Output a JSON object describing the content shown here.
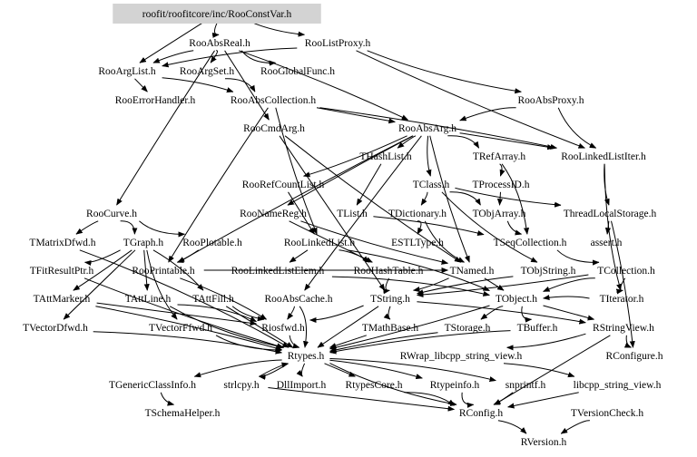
{
  "graph": {
    "root": "roofit/roofitcore/inc/RooConstVar.h",
    "colors": {
      "root_fill": "#d3d3d3",
      "text": "#000000",
      "edge": "#000000",
      "background": "#ffffff"
    },
    "nodes": [
      {
        "id": "RooConstVar",
        "label": "roofit/roofitcore/inc/RooConstVar.h",
        "root": true
      },
      {
        "id": "RooAbsReal",
        "label": "RooAbsReal.h"
      },
      {
        "id": "RooListProxy",
        "label": "RooListProxy.h"
      },
      {
        "id": "RooArgList",
        "label": "RooArgList.h"
      },
      {
        "id": "RooArgSet",
        "label": "RooArgSet.h"
      },
      {
        "id": "RooGlobalFunc",
        "label": "RooGlobalFunc.h"
      },
      {
        "id": "RooErrorHandler",
        "label": "RooErrorHandler.h"
      },
      {
        "id": "RooAbsCollection",
        "label": "RooAbsCollection.h"
      },
      {
        "id": "RooAbsProxy",
        "label": "RooAbsProxy.h"
      },
      {
        "id": "RooCmdArg",
        "label": "RooCmdArg.h"
      },
      {
        "id": "RooAbsArg",
        "label": "RooAbsArg.h"
      },
      {
        "id": "THashList",
        "label": "THashList.h"
      },
      {
        "id": "TRefArray",
        "label": "TRefArray.h"
      },
      {
        "id": "RooLinkedListIter",
        "label": "RooLinkedListIter.h"
      },
      {
        "id": "RooRefCountList",
        "label": "RooRefCountList.h"
      },
      {
        "id": "TClass",
        "label": "TClass.h"
      },
      {
        "id": "TProcessID",
        "label": "TProcessID.h"
      },
      {
        "id": "RooCurve",
        "label": "RooCurve.h"
      },
      {
        "id": "RooNameReg",
        "label": "RooNameReg.h"
      },
      {
        "id": "TList",
        "label": "TList.h"
      },
      {
        "id": "TDictionary",
        "label": "TDictionary.h"
      },
      {
        "id": "TObjArray",
        "label": "TObjArray.h"
      },
      {
        "id": "ThreadLocalStorage",
        "label": "ThreadLocalStorage.h"
      },
      {
        "id": "TMatrixDfwd",
        "label": "TMatrixDfwd.h"
      },
      {
        "id": "TGraph",
        "label": "TGraph.h"
      },
      {
        "id": "RooPlotable",
        "label": "RooPlotable.h"
      },
      {
        "id": "RooLinkedList",
        "label": "RooLinkedList.h"
      },
      {
        "id": "ESTLType",
        "label": "ESTLType.h"
      },
      {
        "id": "TSeqCollection",
        "label": "TSeqCollection.h"
      },
      {
        "id": "assert",
        "label": "assert.h"
      },
      {
        "id": "TFitResultPtr",
        "label": "TFitResultPtr.h"
      },
      {
        "id": "RooPrintable",
        "label": "RooPrintable.h"
      },
      {
        "id": "RooLinkedListElem",
        "label": "RooLinkedListElem.h"
      },
      {
        "id": "RooHashTable",
        "label": "RooHashTable.h"
      },
      {
        "id": "TNamed",
        "label": "TNamed.h"
      },
      {
        "id": "TObjString",
        "label": "TObjString.h"
      },
      {
        "id": "TCollection",
        "label": "TCollection.h"
      },
      {
        "id": "TAttMarker",
        "label": "TAttMarker.h"
      },
      {
        "id": "TAttLine",
        "label": "TAttLine.h"
      },
      {
        "id": "TAttFill",
        "label": "TAttFill.h"
      },
      {
        "id": "RooAbsCache",
        "label": "RooAbsCache.h"
      },
      {
        "id": "TString",
        "label": "TString.h"
      },
      {
        "id": "TObject",
        "label": "TObject.h"
      },
      {
        "id": "TIterator",
        "label": "TIterator.h"
      },
      {
        "id": "TVectorDfwd",
        "label": "TVectorDfwd.h"
      },
      {
        "id": "TVectorFfwd",
        "label": "TVectorFfwd.h"
      },
      {
        "id": "Riosfwd",
        "label": "Riosfwd.h"
      },
      {
        "id": "TMathBase",
        "label": "TMathBase.h"
      },
      {
        "id": "TStorage",
        "label": "TStorage.h"
      },
      {
        "id": "TBuffer",
        "label": "TBuffer.h"
      },
      {
        "id": "RStringView",
        "label": "RStringView.h"
      },
      {
        "id": "Rtypes",
        "label": "Rtypes.h"
      },
      {
        "id": "RWrap_libcpp_string_view",
        "label": "RWrap_libcpp_string_view.h"
      },
      {
        "id": "RConfigure",
        "label": "RConfigure.h"
      },
      {
        "id": "TGenericClassInfo",
        "label": "TGenericClassInfo.h"
      },
      {
        "id": "strlcpy",
        "label": "strlcpy.h"
      },
      {
        "id": "DllImport",
        "label": "DllImport.h"
      },
      {
        "id": "RtypesCore",
        "label": "RtypesCore.h"
      },
      {
        "id": "Rtypeinfo",
        "label": "Rtypeinfo.h"
      },
      {
        "id": "snprintf",
        "label": "snprintf.h"
      },
      {
        "id": "libcpp_string_view",
        "label": "libcpp_string_view.h"
      },
      {
        "id": "TSchemaHelper",
        "label": "TSchemaHelper.h"
      },
      {
        "id": "RConfig",
        "label": "RConfig.h"
      },
      {
        "id": "TVersionCheck",
        "label": "TVersionCheck.h"
      },
      {
        "id": "RVersion",
        "label": "RVersion.h"
      }
    ],
    "edges": [
      [
        "RooConstVar",
        "RooAbsReal"
      ],
      [
        "RooConstVar",
        "RooListProxy"
      ],
      [
        "RooConstVar",
        "RooArgList"
      ],
      [
        "RooAbsReal",
        "RooArgList"
      ],
      [
        "RooAbsReal",
        "RooArgSet"
      ],
      [
        "RooAbsReal",
        "RooGlobalFunc"
      ],
      [
        "RooAbsReal",
        "RooCurve"
      ],
      [
        "RooAbsReal",
        "RooCmdArg"
      ],
      [
        "RooAbsReal",
        "RooAbsArg"
      ],
      [
        "RooListProxy",
        "RooArgList"
      ],
      [
        "RooListProxy",
        "RooAbsProxy"
      ],
      [
        "RooListProxy",
        "RooLinkedListIter"
      ],
      [
        "RooArgList",
        "RooErrorHandler"
      ],
      [
        "RooArgList",
        "RooAbsCollection"
      ],
      [
        "RooArgSet",
        "RooAbsCollection"
      ],
      [
        "RooAbsCollection",
        "RooPrintable"
      ],
      [
        "RooAbsCollection",
        "RooLinkedList"
      ],
      [
        "RooAbsCollection",
        "RooAbsArg"
      ],
      [
        "RooAbsCollection",
        "RooLinkedListIter"
      ],
      [
        "RooAbsProxy",
        "RooAbsArg"
      ],
      [
        "RooAbsProxy",
        "RooLinkedListIter"
      ],
      [
        "RooCmdArg",
        "TNamed"
      ],
      [
        "RooCmdArg",
        "TString"
      ],
      [
        "RooAbsArg",
        "THashList"
      ],
      [
        "RooAbsArg",
        "TRefArray"
      ],
      [
        "RooAbsArg",
        "RooRefCountList"
      ],
      [
        "RooAbsArg",
        "TClass"
      ],
      [
        "RooAbsArg",
        "RooLinkedListIter"
      ],
      [
        "RooAbsArg",
        "RooNameReg"
      ],
      [
        "RooAbsArg",
        "RooPrintable"
      ],
      [
        "RooAbsArg",
        "RooAbsCache"
      ],
      [
        "RooAbsArg",
        "TNamed"
      ],
      [
        "THashList",
        "TList"
      ],
      [
        "TRefArray",
        "TProcessID"
      ],
      [
        "TRefArray",
        "TSeqCollection"
      ],
      [
        "RooLinkedListIter",
        "TIterator"
      ],
      [
        "RooLinkedListIter",
        "ThreadLocalStorage"
      ],
      [
        "RooRefCountList",
        "RooLinkedList"
      ],
      [
        "TClass",
        "TDictionary"
      ],
      [
        "TClass",
        "TObjArray"
      ],
      [
        "TClass",
        "TObjString"
      ],
      [
        "TClass",
        "ThreadLocalStorage"
      ],
      [
        "TProcessID",
        "TObjArray"
      ],
      [
        "RooCurve",
        "TMatrixDfwd"
      ],
      [
        "RooCurve",
        "TGraph"
      ],
      [
        "RooCurve",
        "RooPlotable"
      ],
      [
        "RooNameReg",
        "TNamed"
      ],
      [
        "RooNameReg",
        "RooHashTable"
      ],
      [
        "TList",
        "TSeqCollection"
      ],
      [
        "TDictionary",
        "ESTLType"
      ],
      [
        "TDictionary",
        "TNamed"
      ],
      [
        "TObjArray",
        "TSeqCollection"
      ],
      [
        "ThreadLocalStorage",
        "assert"
      ],
      [
        "ThreadLocalStorage",
        "RConfigure"
      ],
      [
        "TMatrixDfwd",
        "Rtypes"
      ],
      [
        "TGraph",
        "TFitResultPtr"
      ],
      [
        "TGraph",
        "TAttMarker"
      ],
      [
        "TGraph",
        "TAttLine"
      ],
      [
        "TGraph",
        "TAttFill"
      ],
      [
        "TGraph",
        "TVectorDfwd"
      ],
      [
        "TGraph",
        "TVectorFfwd"
      ],
      [
        "RooPlotable",
        "RooPrintable"
      ],
      [
        "RooLinkedList",
        "RooLinkedListElem"
      ],
      [
        "RooLinkedList",
        "RooHashTable"
      ],
      [
        "RooLinkedList",
        "TObject"
      ],
      [
        "TSeqCollection",
        "TCollection"
      ],
      [
        "TFitResultPtr",
        "Rtypes"
      ],
      [
        "RooPrintable",
        "TNamed"
      ],
      [
        "RooPrintable",
        "Riosfwd"
      ],
      [
        "RooLinkedListElem",
        "TObject"
      ],
      [
        "RooHashTable",
        "TString"
      ],
      [
        "TNamed",
        "TString"
      ],
      [
        "TNamed",
        "TObject"
      ],
      [
        "TObjString",
        "TString"
      ],
      [
        "TCollection",
        "TObject"
      ],
      [
        "TCollection",
        "TIterator"
      ],
      [
        "TCollection",
        "TString"
      ],
      [
        "TAttMarker",
        "Riosfwd"
      ],
      [
        "TAttMarker",
        "Rtypes"
      ],
      [
        "TAttLine",
        "Riosfwd"
      ],
      [
        "TAttLine",
        "Rtypes"
      ],
      [
        "TAttFill",
        "Riosfwd"
      ],
      [
        "TAttFill",
        "Rtypes"
      ],
      [
        "RooAbsCache",
        "Riosfwd"
      ],
      [
        "RooAbsCache",
        "Rtypes"
      ],
      [
        "TString",
        "Riosfwd"
      ],
      [
        "TString",
        "TMathBase"
      ],
      [
        "TString",
        "Rtypes"
      ],
      [
        "TString",
        "RStringView"
      ],
      [
        "TObject",
        "TStorage"
      ],
      [
        "TObject",
        "TBuffer"
      ],
      [
        "TObject",
        "Rtypes"
      ],
      [
        "TObject",
        "RStringView"
      ],
      [
        "TIterator",
        "TObject"
      ],
      [
        "TVectorDfwd",
        "Rtypes"
      ],
      [
        "TVectorFfwd",
        "Rtypes"
      ],
      [
        "Riosfwd",
        "Rtypes"
      ],
      [
        "TMathBase",
        "Rtypes"
      ],
      [
        "TStorage",
        "Rtypes"
      ],
      [
        "TBuffer",
        "Rtypes"
      ],
      [
        "RStringView",
        "RWrap_libcpp_string_view"
      ],
      [
        "RStringView",
        "RConfigure"
      ],
      [
        "RStringView",
        "RConfig"
      ],
      [
        "RWrap_libcpp_string_view",
        "libcpp_string_view"
      ],
      [
        "Rtypes",
        "TGenericClassInfo"
      ],
      [
        "Rtypes",
        "strlcpy"
      ],
      [
        "Rtypes",
        "DllImport"
      ],
      [
        "Rtypes",
        "RtypesCore"
      ],
      [
        "Rtypes",
        "Rtypeinfo"
      ],
      [
        "Rtypes",
        "snprintf"
      ],
      [
        "Rtypes",
        "RConfig"
      ],
      [
        "TGenericClassInfo",
        "TSchemaHelper"
      ],
      [
        "strlcpy",
        "RConfig"
      ],
      [
        "strlcpy",
        "Rtypes"
      ],
      [
        "RtypesCore",
        "RConfig"
      ],
      [
        "Rtypeinfo",
        "RConfig"
      ],
      [
        "snprintf",
        "RConfig"
      ],
      [
        "libcpp_string_view",
        "RConfig"
      ],
      [
        "RConfig",
        "RVersion"
      ],
      [
        "TVersionCheck",
        "RVersion"
      ]
    ]
  }
}
